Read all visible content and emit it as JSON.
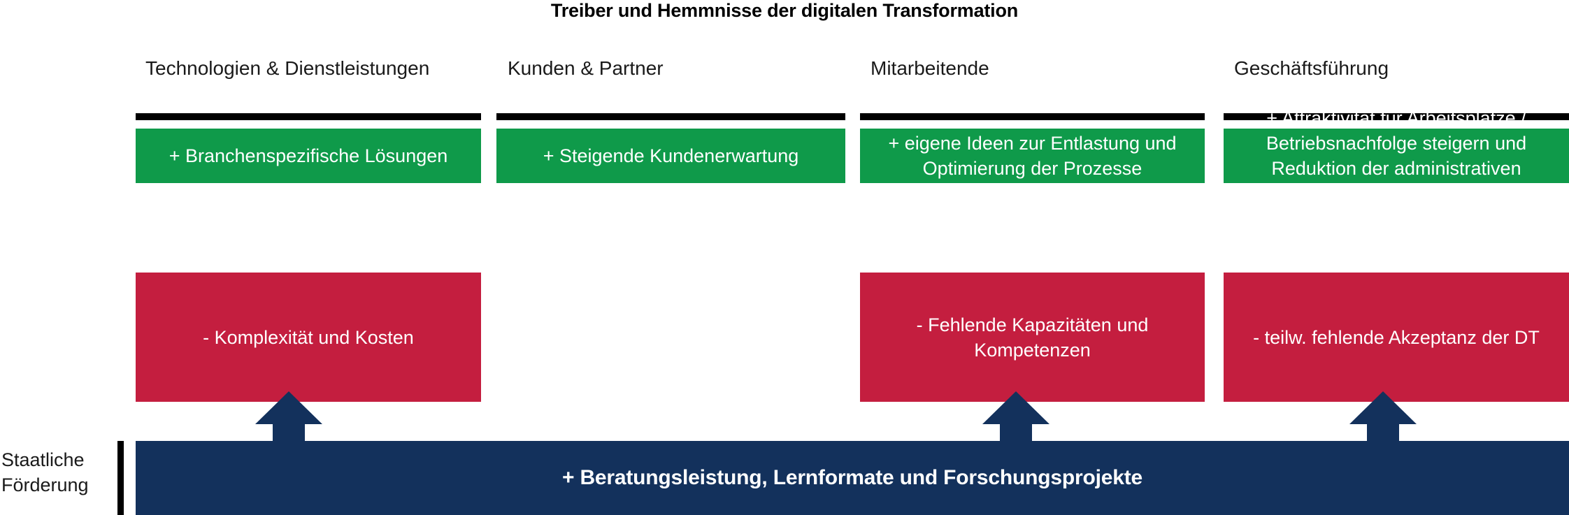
{
  "title": "Treiber und Hemmnisse der digitalen Transformation",
  "colors": {
    "driver_green": "#0f9a4a",
    "barrier_red": "#c41e3f",
    "funding_navy": "#13315c",
    "rule_black": "#000000",
    "text_white": "#ffffff",
    "text_black": "#1a1a1a"
  },
  "columns": [
    {
      "header": "Technologien & Dienstleistungen",
      "driver": "+ Branchenspezifische  Lösungen",
      "barrier": "- Komplexität und Kosten",
      "has_arrow": true
    },
    {
      "header": "Kunden & Partner",
      "driver": "+ Steigende Kundenerwartung",
      "barrier": "",
      "has_arrow": false
    },
    {
      "header": "Mitarbeitende",
      "driver": "+ eigene Ideen zur Entlastung und Optimierung der Prozesse",
      "barrier": "- Fehlende Kapazitäten und Kompetenzen",
      "has_arrow": true
    },
    {
      "header": "Geschäftsführung",
      "driver": "+ Attraktivität für Arbeitsplätze / Betriebsnachfolge steigern und Reduktion der administrativen Tätigkeiten",
      "barrier": "- teilw. fehlende Akzeptanz der DT",
      "has_arrow": true
    }
  ],
  "funding": {
    "label": "Staatliche Förderung",
    "bar_text": "+ Beratungsleistung, Lernformate und Forschungsprojekte"
  }
}
